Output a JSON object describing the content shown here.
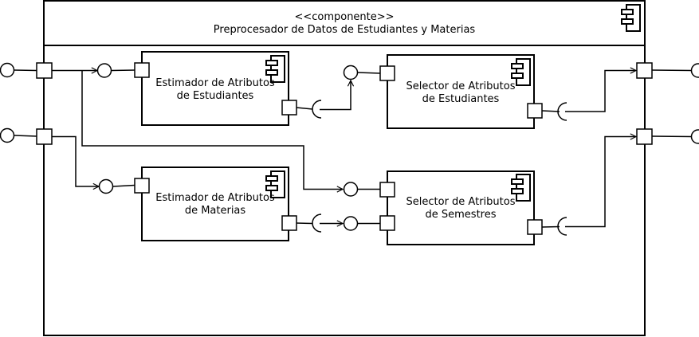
{
  "container": {
    "stereotype": "<<componente>>",
    "name": "Preprocesador de Datos de Estudiantes y Materias"
  },
  "components": {
    "est_atrib_estudiantes": {
      "line1": "Estimador de Atributos",
      "line2": "de Estudiantes"
    },
    "sel_atrib_estudiantes": {
      "line1": "Selector de Atributos",
      "line2": "de Estudiantes"
    },
    "est_atrib_materias": {
      "line1": "Estimador de Atributos",
      "line2": "de Materias"
    },
    "sel_atrib_semestres": {
      "line1": "Selector de Atributos",
      "line2": "de Semestres"
    }
  }
}
